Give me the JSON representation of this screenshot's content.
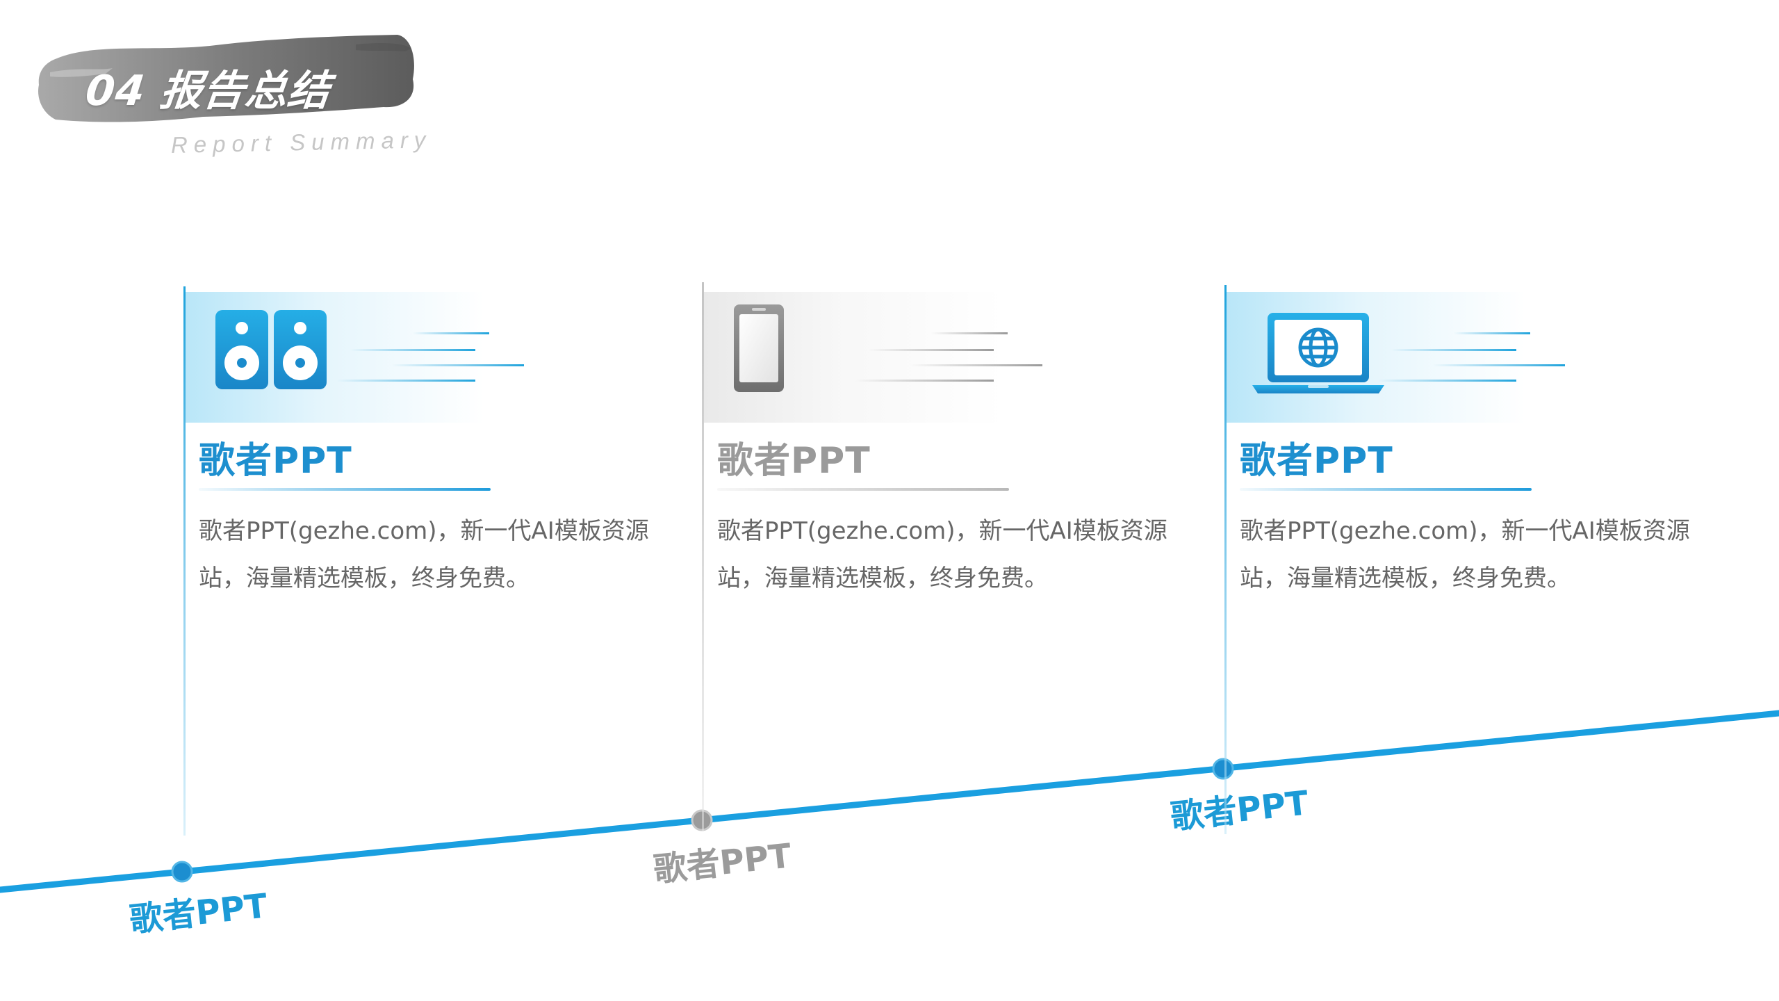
{
  "header": {
    "title": "04 报告总结",
    "subtitle": "Report Summary"
  },
  "cards": [
    {
      "variant": "blue",
      "icon": "speaker-icon",
      "heading": "歌者PPT",
      "body": "歌者PPT(gezhe.com)，新一代AI模板资源站，海量精选模板，终身免费。"
    },
    {
      "variant": "gray",
      "icon": "phone-icon",
      "heading": "歌者PPT",
      "body": "歌者PPT(gezhe.com)，新一代AI模板资源站，海量精选模板，终身免费。"
    },
    {
      "variant": "blue",
      "icon": "laptop-globe-icon",
      "heading": "歌者PPT",
      "body": "歌者PPT(gezhe.com)，新一代AI模板资源站，海量精选模板，终身免费。"
    }
  ],
  "timeline": {
    "labels": [
      "歌者PPT",
      "歌者PPT",
      "歌者PPT"
    ]
  },
  "colors": {
    "accent_blue": "#1c9ad6",
    "accent_gray": "#9b9b9b",
    "body_text": "#666666"
  }
}
